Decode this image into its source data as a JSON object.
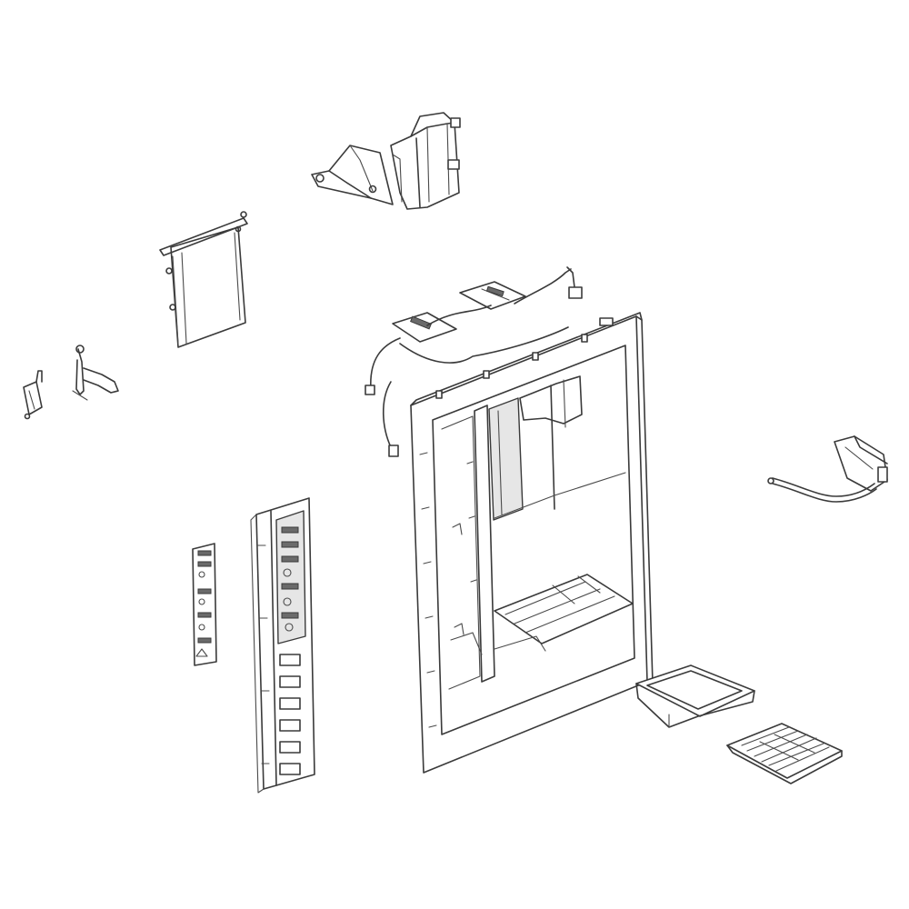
{
  "diagram": {
    "style": "exploded-parts line drawing",
    "background": "#ffffff",
    "line_color": "#3a3a3a",
    "parts": [
      {
        "name": "dispenser-housing-frame"
      },
      {
        "name": "ice-chute-door-assembly"
      },
      {
        "name": "ice-chute-flap"
      },
      {
        "name": "dispenser-lever-arm"
      },
      {
        "name": "dispenser-switch"
      },
      {
        "name": "control-board-wire-harness"
      },
      {
        "name": "funnel-guide-assembly"
      },
      {
        "name": "control-panel-decal"
      },
      {
        "name": "control-panel-cover"
      },
      {
        "name": "drip-tray"
      },
      {
        "name": "drip-tray-grille"
      }
    ]
  }
}
